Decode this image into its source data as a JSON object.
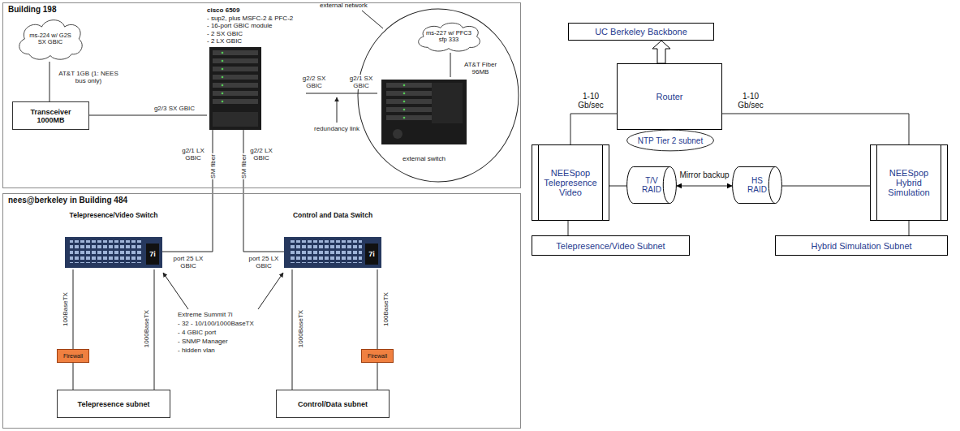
{
  "diagram": {
    "nodes": [
      {
        "text": [
          "Building 198"
        ]
      },
      {
        "text": [
          "ms-224 w/ G2S SX GBIC"
        ],
        "in": 0
      },
      {
        "text": [
          "Transceiver 1000MB"
        ],
        "in": 0
      },
      {
        "text": [
          "cisco 6509",
          "- sup2, plus MSFC-2 & PFC-2",
          "- 16-port GBIC module",
          "- 2 SX GBIC",
          "- 2 LX GBIC"
        ],
        "in": 0
      },
      {
        "text": [
          "external network"
        ],
        "in": 0
      },
      {
        "text": [
          "ms-227 w/ PFC3 sfp 333"
        ],
        "in": 4
      },
      {
        "text": [
          "external switch"
        ],
        "in": 4
      },
      {
        "text": [
          "nees@berkeley in Building 484"
        ]
      },
      {
        "text": [
          "Telepresence/Video Switch"
        ],
        "in": 7
      },
      {
        "text": [
          "Control and Data Switch"
        ],
        "in": 7
      },
      {
        "text": [
          "Firewall"
        ],
        "in": 7
      },
      {
        "text": [
          "Telepresence subnet"
        ],
        "in": 7
      },
      {
        "text": [
          "Firewall"
        ],
        "in": 7
      },
      {
        "text": [
          "Control/Data subnet"
        ],
        "in": 7
      },
      {
        "text": [
          "UC Berkeley Backbone"
        ]
      },
      {
        "text": [
          "Router"
        ]
      },
      {
        "text": [
          "NTP Tier 2 subnet"
        ]
      },
      {
        "text": [
          "NEESpop Telepresence Video"
        ]
      },
      {
        "text": [
          "T/V RAID"
        ]
      },
      {
        "text": [
          "HS RAID"
        ]
      },
      {
        "text": [
          "NEESpop Hybrid Simulation"
        ]
      },
      {
        "text": [
          "Telepresence/Video Subnet"
        ]
      },
      {
        "text": [
          "Hybrid Simulation Subnet"
        ]
      }
    ],
    "edges": [
      {
        "from": 1,
        "to": 2,
        "label": "AT&T 1GB (1: NEES bus only)",
        "arrow": "none"
      },
      {
        "from": 2,
        "to": 3,
        "label": "g2/3 SX GBIC",
        "arrow": "none"
      },
      {
        "from": 3,
        "to": 6,
        "label": "g2/2 SX GBIC",
        "arrow": "none"
      },
      {
        "from": 5,
        "to": 6,
        "label": "AT&T Fiber 96MB",
        "arrow": "none"
      },
      {
        "from": 3,
        "to": 8,
        "label": "SM fiber",
        "arrow": "none"
      },
      {
        "from": 3,
        "to": 9,
        "label": "SM fiber",
        "arrow": "none"
      },
      {
        "from": 8,
        "to": 10,
        "label": "100BaseTX",
        "arrow": "none"
      },
      {
        "from": 8,
        "to": 11,
        "label": "1000BaseTX",
        "arrow": "none"
      },
      {
        "from": 10,
        "to": 11,
        "arrow": "none"
      },
      {
        "from": 9,
        "to": 13,
        "label": "1000BaseTX",
        "arrow": "none"
      },
      {
        "from": 9,
        "to": 12,
        "label": "100BaseTX",
        "arrow": "none"
      },
      {
        "from": 12,
        "to": 13,
        "arrow": "none"
      },
      {
        "from": 15,
        "to": 14,
        "arrow": "to"
      },
      {
        "from": 15,
        "to": 17,
        "label": "1-10 Gb/sec",
        "arrow": "none"
      },
      {
        "from": 15,
        "to": 20,
        "label": "1-10 Gb/sec",
        "arrow": "none"
      },
      {
        "from": 17,
        "to": 18,
        "arrow": "none"
      },
      {
        "from": 18,
        "to": 19,
        "label": "Mirror backup",
        "arrow": "both"
      },
      {
        "from": 19,
        "to": 20,
        "arrow": "none"
      },
      {
        "from": 17,
        "to": 21,
        "arrow": "none"
      },
      {
        "from": 20,
        "to": 22,
        "arrow": "none"
      }
    ],
    "labels": [
      "g2/1 SX GBIC",
      "redundancy link",
      "g2/1 LX GBIC",
      "g2/2 LX GBIC",
      "port 25 LX GBIC",
      "port 25 LX GBIC",
      "Extreme Summit 7i",
      "- 32 - 10/100/1000BaseTX",
      "- 4 GBIC port",
      "- SNMP Manager",
      "- hidden vlan",
      "7i",
      "7i"
    ]
  }
}
